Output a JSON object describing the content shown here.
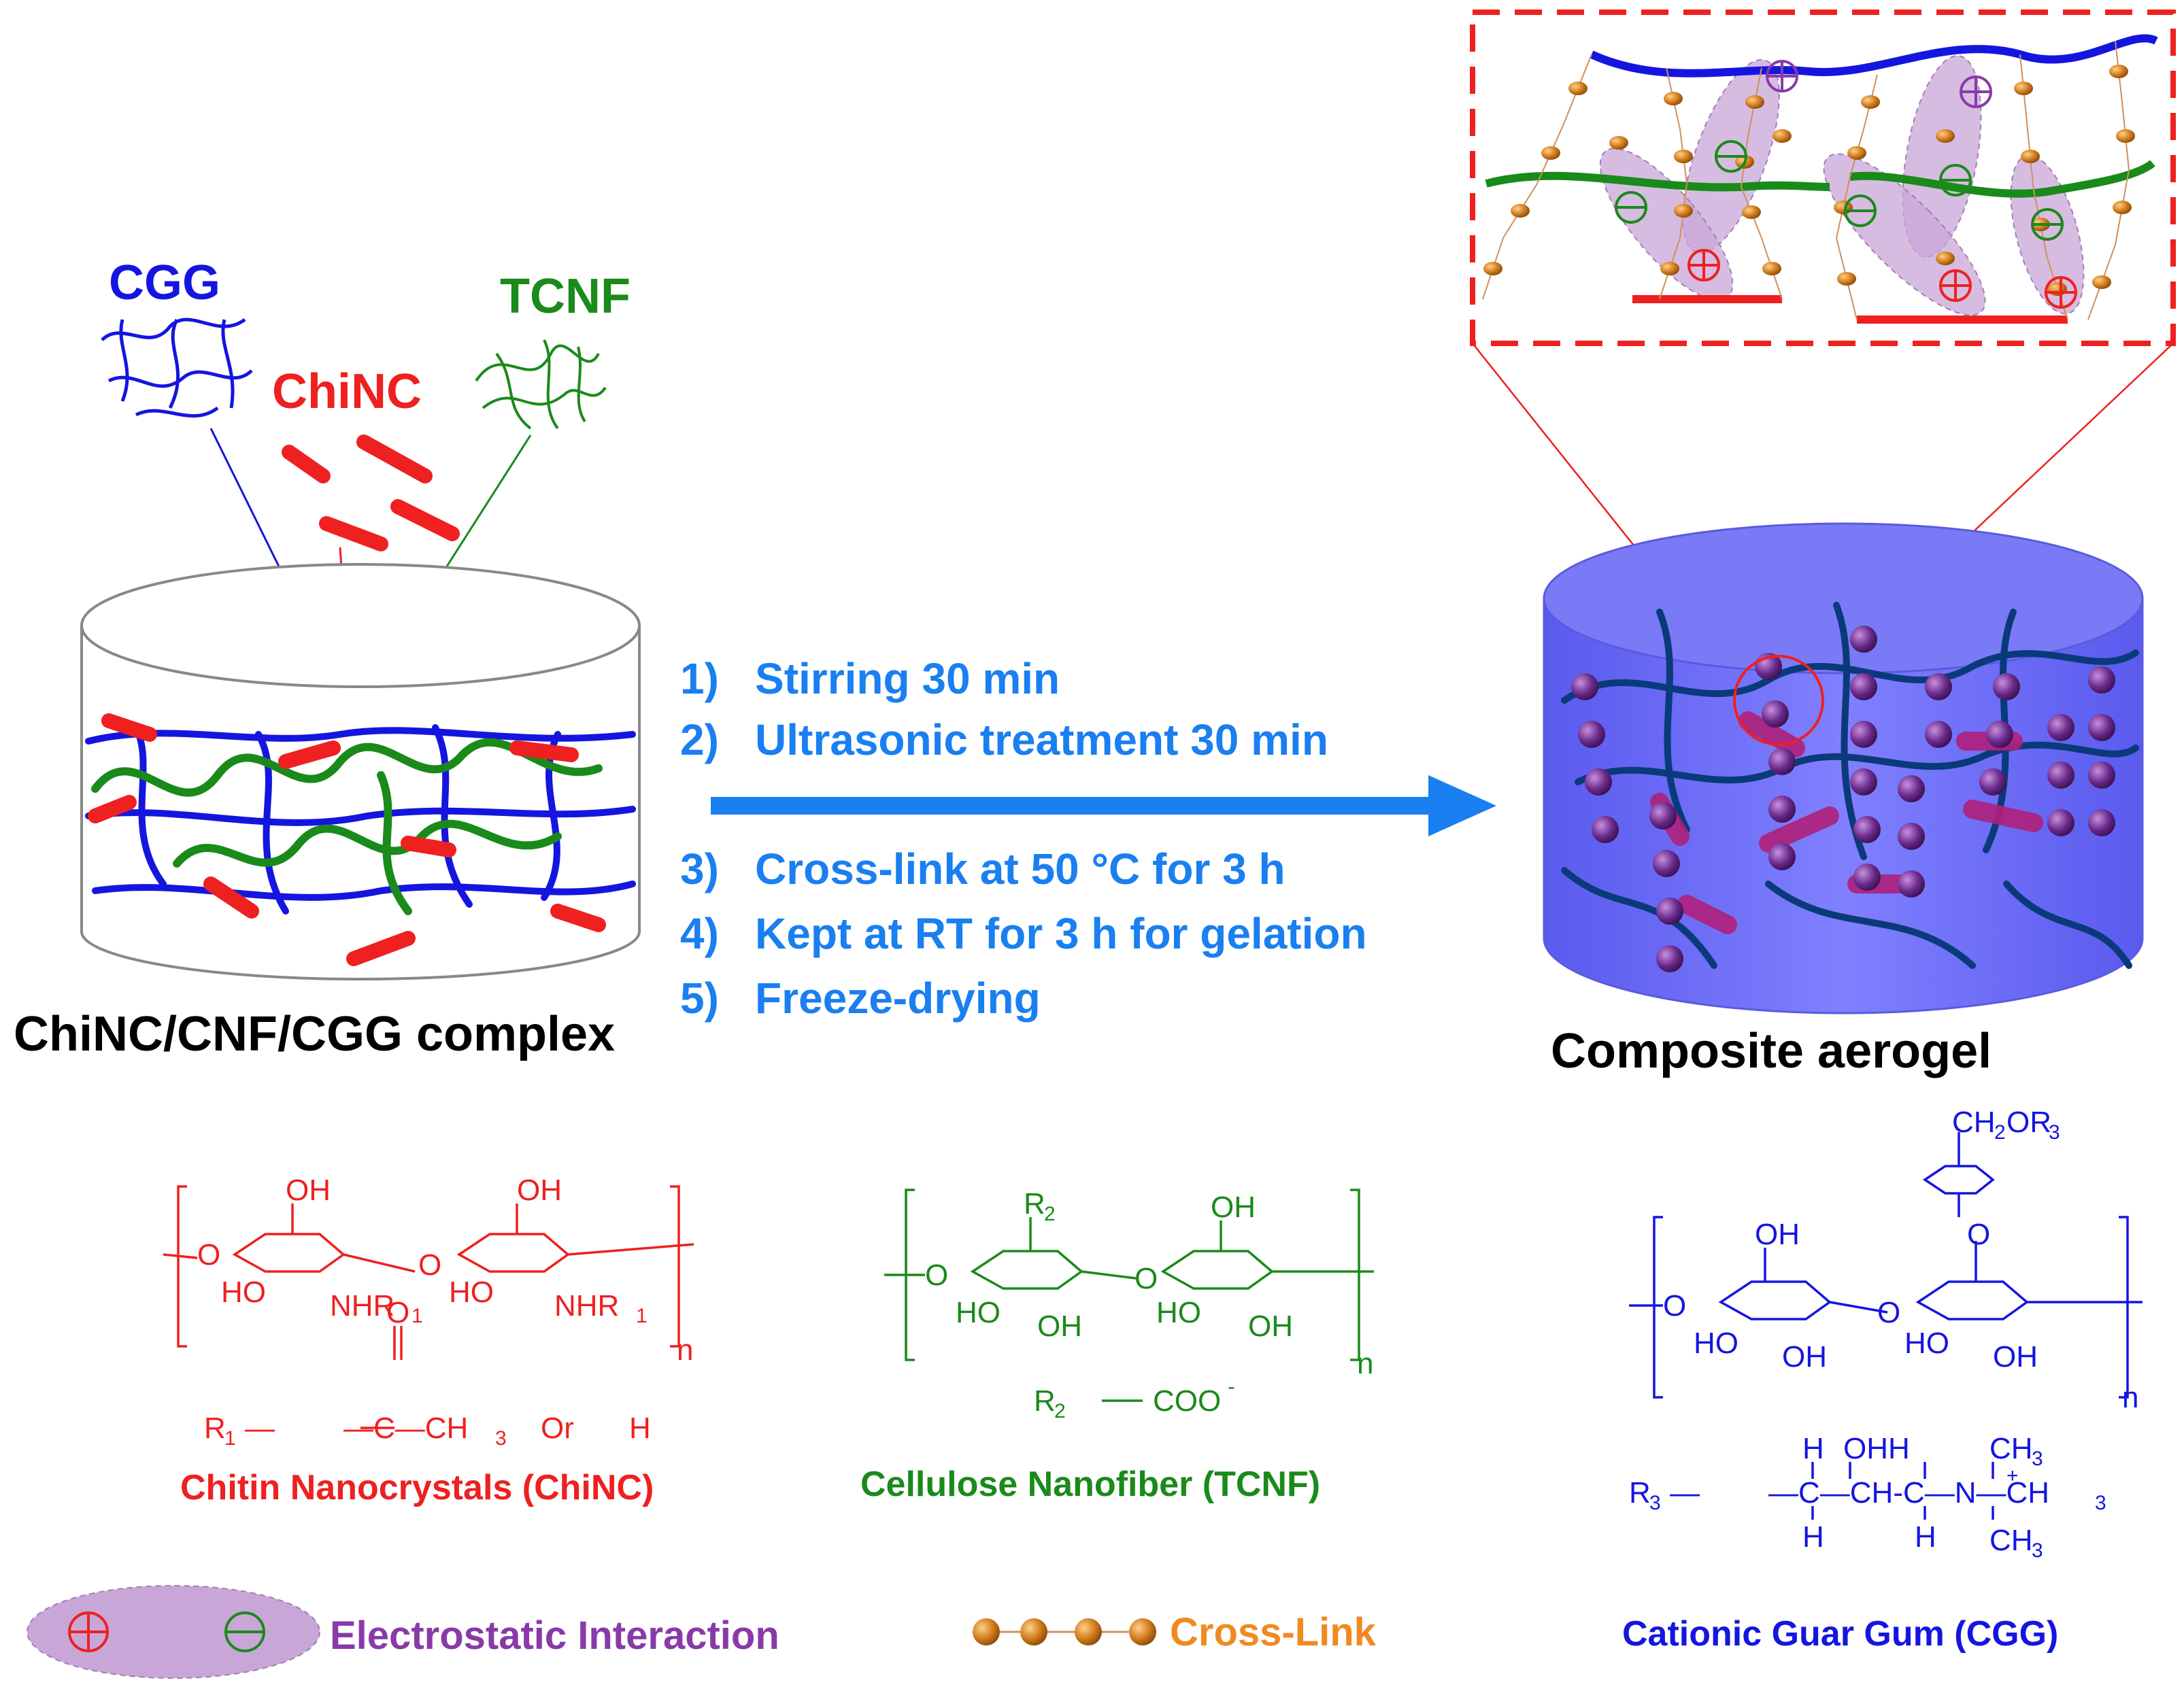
{
  "labels": {
    "cgg": "CGG",
    "chinc": "ChiNC",
    "tcnf": "TCNF",
    "complex": "ChiNC/CNF/CGG complex",
    "aerogel": "Composite aerogel"
  },
  "steps": [
    {
      "num": "1)",
      "text": "Stirring 30 min"
    },
    {
      "num": "2)",
      "text": "Ultrasonic treatment 30 min"
    },
    {
      "num": "3)",
      "text": "Cross-link at 50 °C for 3 h"
    },
    {
      "num": "4)",
      "text": "Kept at RT for 3 h for gelation"
    },
    {
      "num": "5)",
      "text": "Freeze-drying"
    }
  ],
  "structures": {
    "chitin": {
      "name": "Chitin Nanocrystals (ChiNC)",
      "oh_top_1": "OH",
      "oh_top_2": "OH",
      "ho_1": "HO",
      "ho_2": "HO",
      "nhr_1": "NHR",
      "nhr_2": "NHR",
      "nhr_sub": "1",
      "o_link": "O",
      "o_left": "O",
      "n": "n",
      "r1": "R",
      "r1_sub": "1",
      "carbonyl_o": "O",
      "acetyl": "—C—CH",
      "acetyl_sub": "3",
      "or": "Or",
      "h": "H"
    },
    "cellulose": {
      "name": "Cellulose Nanofiber (TCNF)",
      "r2_top": "R",
      "r2_sub": "2",
      "oh_top": "OH",
      "ho_1": "HO",
      "oh_1": "OH",
      "ho_2": "HO",
      "oh_2": "OH",
      "o_link": "O",
      "o_left": "O",
      "n": "n",
      "r2_def": "R",
      "r2_def_sub": "2",
      "coo": "COO",
      "coo_charge": "-"
    },
    "guar": {
      "name": "Cationic Guar Gum (CGG)",
      "ch2or": "CH",
      "ch2or_sub1": "2",
      "ch2or_mid": "OR",
      "ch2or_sub2": "3",
      "oh_top": "OH",
      "ho_1": "HO",
      "oh_1": "OH",
      "ho_2": "HO",
      "oh_2": "OH",
      "o_link": "O",
      "o_left": "O",
      "o_ring": "O",
      "n": "n",
      "r3": "R",
      "r3_sub": "3",
      "h_top1": "H",
      "ohh": "OHH",
      "ch3_top": "CH",
      "ch3_sub": "3",
      "chain": "—C—CH-C—N—CH",
      "n_plus": "+",
      "h_bot1": "H",
      "h_bot2": "H",
      "ch3_bot": "CH"
    }
  },
  "legend": {
    "electrostatic": "Electrostatic Interaction",
    "crosslink": "Cross-Link"
  },
  "colors": {
    "blue": "#1515e0",
    "red": "#ee2020",
    "green": "#1a8a1a",
    "process_blue": "#1a7ff0",
    "purple": "#8a3aa8",
    "orange": "#f08a20"
  }
}
